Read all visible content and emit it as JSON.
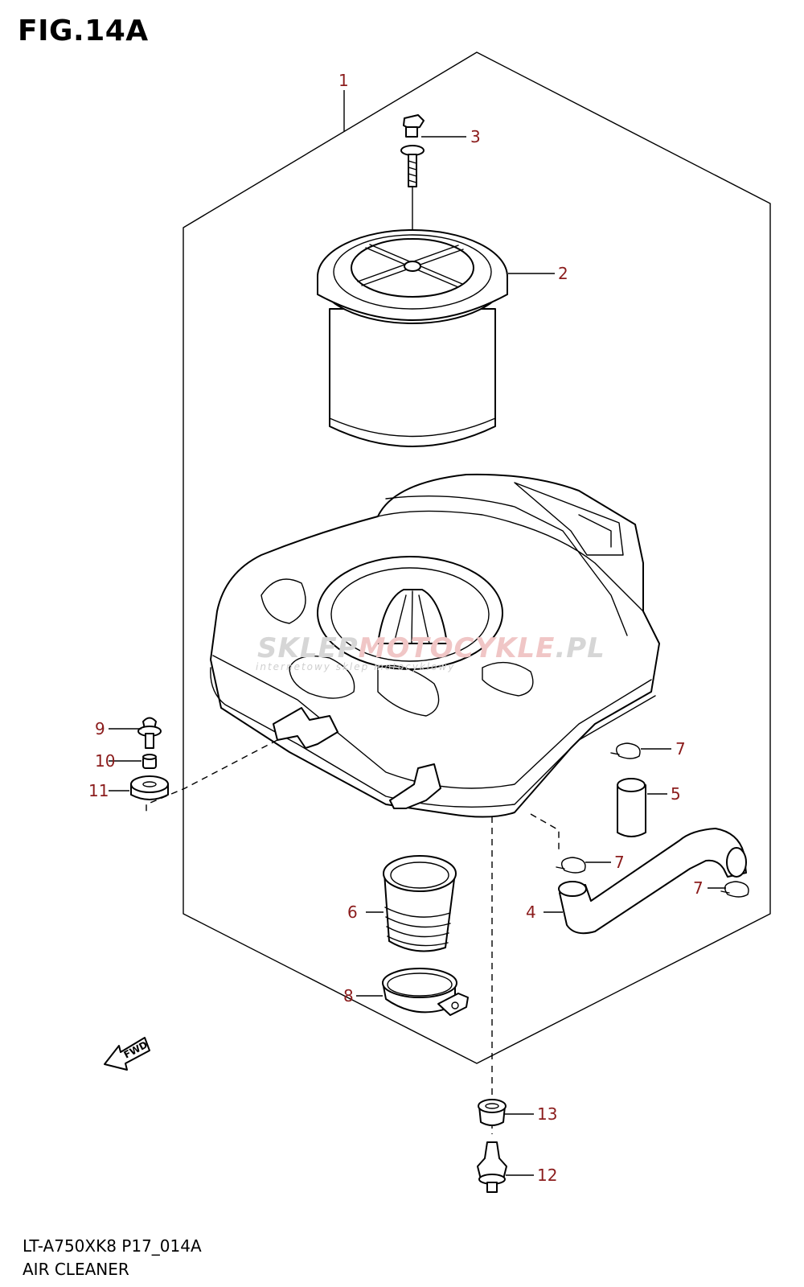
{
  "figure": {
    "title": "FIG.14A",
    "model_code": "LT-A750XK8 P17_014A",
    "section_name": "AIR CLEANER"
  },
  "watermark": {
    "brand_part1": "SKLEP",
    "brand_part2": "MOTO",
    "brand_part3": "CYKLE",
    "brand_part4": ".PL",
    "tagline": "internetowy sklep motocyklowy"
  },
  "fwd_label": "FWD",
  "callouts": [
    {
      "id": "callout-1",
      "label": "1"
    },
    {
      "id": "callout-2",
      "label": "2"
    },
    {
      "id": "callout-3",
      "label": "3"
    },
    {
      "id": "callout-4",
      "label": "4"
    },
    {
      "id": "callout-5",
      "label": "5"
    },
    {
      "id": "callout-6",
      "label": "6"
    },
    {
      "id": "callout-7a",
      "label": "7"
    },
    {
      "id": "callout-7b",
      "label": "7"
    },
    {
      "id": "callout-7c",
      "label": "7"
    },
    {
      "id": "callout-8",
      "label": "8"
    },
    {
      "id": "callout-9",
      "label": "9"
    },
    {
      "id": "callout-10",
      "label": "10"
    },
    {
      "id": "callout-11",
      "label": "11"
    },
    {
      "id": "callout-12",
      "label": "12"
    },
    {
      "id": "callout-13",
      "label": "13"
    }
  ],
  "colors": {
    "callout_text": "#8b1c1c",
    "line": "#000000",
    "watermark_gray": "#d6d6d6",
    "watermark_red": "#f0c6c6"
  }
}
